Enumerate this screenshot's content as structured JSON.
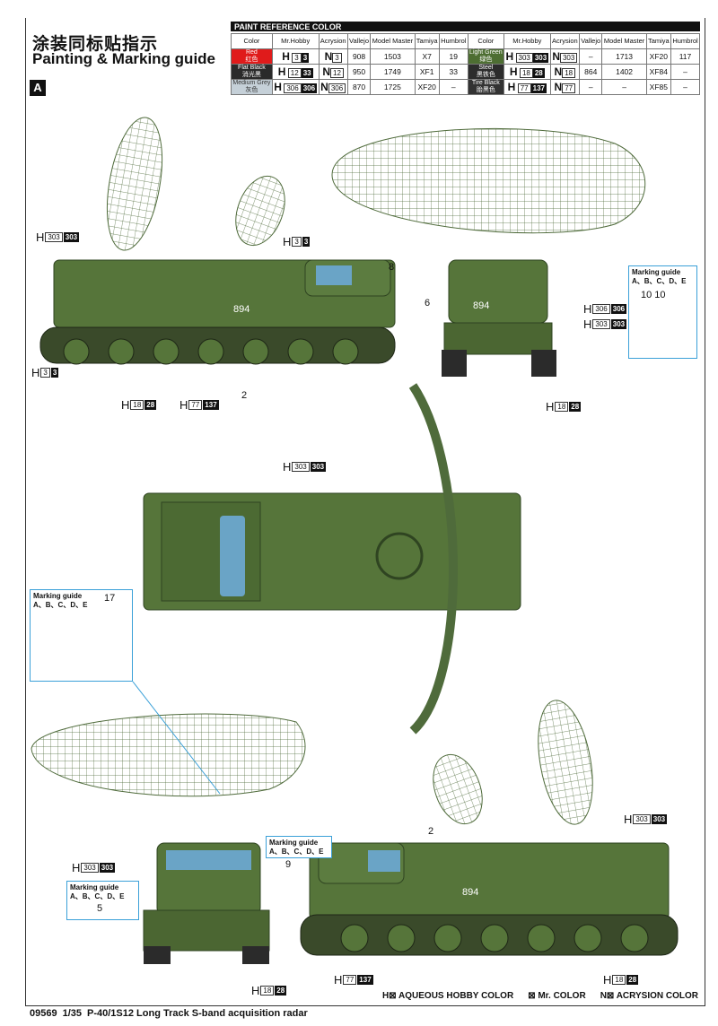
{
  "header": {
    "title_cn": "涂装同标贴指示",
    "title_en": "Painting & Marking guide",
    "section": "A"
  },
  "paint_table": {
    "title": "PAINT  REFERENCE COLOR",
    "columns": [
      "Color",
      "Mr.Hobby",
      "Acrysion",
      "Vallejo",
      "Model Master",
      "Tamiya",
      "Humbrol"
    ],
    "rows": [
      {
        "name": "Red",
        "cn": "红色",
        "swatch": "#e01b1b",
        "h": "3",
        "hk": "3",
        "n": "3",
        "vallejo": "908",
        "mm": "1503",
        "tamiya": "X7",
        "humbrol": "19"
      },
      {
        "name": "Flat Black",
        "cn": "消光黑",
        "swatch": "#2a2a2a",
        "h": "12",
        "hk": "33",
        "n": "12",
        "vallejo": "950",
        "mm": "1749",
        "tamiya": "XF1",
        "humbrol": "33"
      },
      {
        "name": "Medium Grey",
        "cn": "灰色",
        "swatch": "#c5d0d8",
        "h": "306",
        "hk": "306",
        "n": "306",
        "vallejo": "870",
        "mm": "1725",
        "tamiya": "XF20",
        "humbrol": "–"
      },
      {
        "name": "Light Green",
        "cn": "绿色",
        "swatch": "#4d6e32",
        "h": "303",
        "hk": "303",
        "n": "303",
        "vallejo": "–",
        "mm": "1713",
        "tamiya": "XF20",
        "humbrol": "117"
      },
      {
        "name": "Steel",
        "cn": "黑铁色",
        "swatch": "#2c2c2c",
        "h": "18",
        "hk": "28",
        "n": "18",
        "vallejo": "864",
        "mm": "1402",
        "tamiya": "XF84",
        "humbrol": "–"
      },
      {
        "name": "Tire Black",
        "cn": "胎黑色",
        "swatch": "#333333",
        "h": "77",
        "hk": "137",
        "n": "77",
        "vallejo": "–",
        "mm": "–",
        "tamiya": "XF85",
        "humbrol": "–"
      }
    ]
  },
  "callouts": [
    {
      "p": "H",
      "a": "303",
      "b": "303"
    },
    {
      "p": "H",
      "a": "3",
      "b": "3"
    },
    {
      "p": "H",
      "a": "306",
      "b": "306"
    },
    {
      "p": "H",
      "a": "303",
      "b": "303"
    },
    {
      "p": "H",
      "a": "3",
      "b": "3"
    },
    {
      "p": "H",
      "a": "18",
      "b": "28"
    },
    {
      "p": "H",
      "a": "77",
      "b": "137"
    },
    {
      "p": "H",
      "a": "18",
      "b": "28"
    },
    {
      "p": "H",
      "a": "303",
      "b": "303"
    },
    {
      "p": "H",
      "a": "303",
      "b": "303"
    },
    {
      "p": "H",
      "a": "303",
      "b": "303"
    },
    {
      "p": "H",
      "a": "77",
      "b": "137"
    },
    {
      "p": "H",
      "a": "18",
      "b": "28"
    },
    {
      "p": "H",
      "a": "18",
      "b": "28"
    }
  ],
  "numbers": {
    "n8": "8",
    "n6": "6",
    "n2a": "2",
    "n2b": "2",
    "n10": "10  10",
    "n17": "17",
    "n9": "9",
    "n5": "5",
    "hull": "894"
  },
  "marking_guide": {
    "label": "Marking guide",
    "variants": "A、B、C、D、E"
  },
  "footer": {
    "aq": "H⊠ AQUEOUS HOBBY COLOR",
    "mr": "⊠ Mr. COLOR",
    "ac": "N⊠ ACRYSION COLOR",
    "kit": "09569",
    "scale": "1/35",
    "name": "P-40/1S12 Long Track S-band acquisition radar"
  }
}
